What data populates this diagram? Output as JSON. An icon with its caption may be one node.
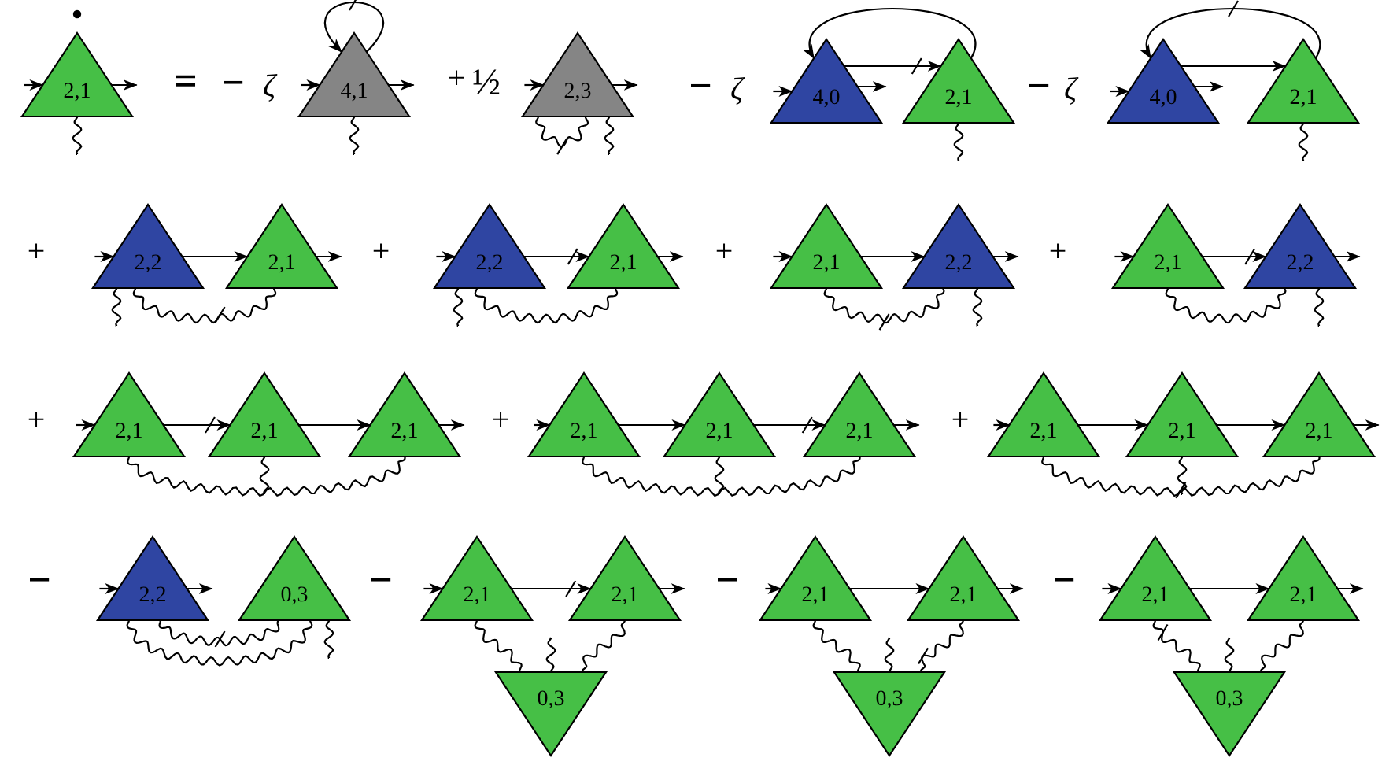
{
  "diagram": {
    "nodes": [
      {
        "text": [
          "2,1"
        ]
      },
      {
        "text": [
          "4,1"
        ]
      },
      {
        "text": [
          "2,3"
        ]
      },
      {
        "text": [
          "4,0"
        ]
      },
      {
        "text": [
          "2,1"
        ]
      },
      {
        "text": [
          "4,0"
        ]
      },
      {
        "text": [
          "2,1"
        ]
      },
      {
        "text": [
          "2,2"
        ]
      },
      {
        "text": [
          "2,1"
        ]
      },
      {
        "text": [
          "2,2"
        ]
      },
      {
        "text": [
          "2,1"
        ]
      },
      {
        "text": [
          "2,1"
        ]
      },
      {
        "text": [
          "2,2"
        ]
      },
      {
        "text": [
          "2,1"
        ]
      },
      {
        "text": [
          "2,2"
        ]
      },
      {
        "text": [
          "2,1"
        ]
      },
      {
        "text": [
          "2,1"
        ]
      },
      {
        "text": [
          "2,1"
        ]
      },
      {
        "text": [
          "2,1"
        ]
      },
      {
        "text": [
          "2,1"
        ]
      },
      {
        "text": [
          "2,1"
        ]
      },
      {
        "text": [
          "2,1"
        ]
      },
      {
        "text": [
          "2,1"
        ]
      },
      {
        "text": [
          "2,1"
        ]
      },
      {
        "text": [
          "2,2"
        ]
      },
      {
        "text": [
          "0,3"
        ]
      },
      {
        "text": [
          "2,1"
        ]
      },
      {
        "text": [
          "2,1"
        ]
      },
      {
        "text": [
          "0,3"
        ]
      },
      {
        "text": [
          "2,1"
        ]
      },
      {
        "text": [
          "2,1"
        ]
      },
      {
        "text": [
          "0,3"
        ]
      },
      {
        "text": [
          "2,1"
        ]
      },
      {
        "text": [
          "2,1"
        ]
      },
      {
        "text": [
          "0,3"
        ]
      }
    ],
    "edges": [
      {
        "from": null,
        "to": 0,
        "arrow": "to"
      },
      {
        "from": 0,
        "to": null,
        "arrow": "to"
      },
      {
        "from": 0,
        "to": null,
        "arrow": "none"
      },
      {
        "from": null,
        "to": 1,
        "arrow": "to"
      },
      {
        "from": 1,
        "to": null,
        "arrow": "to"
      },
      {
        "from": 1,
        "to": 1,
        "arrow": "to"
      },
      {
        "from": 1,
        "to": null,
        "arrow": "none"
      },
      {
        "from": null,
        "to": 2,
        "arrow": "to"
      },
      {
        "from": 2,
        "to": null,
        "arrow": "to"
      },
      {
        "from": 2,
        "to": 2,
        "arrow": "none"
      },
      {
        "from": 2,
        "to": null,
        "arrow": "none"
      },
      {
        "from": null,
        "to": 3,
        "arrow": "to"
      },
      {
        "from": 3,
        "to": null,
        "arrow": "to"
      },
      {
        "from": 3,
        "to": 4,
        "arrow": "to"
      },
      {
        "from": 4,
        "to": 3,
        "arrow": "to"
      },
      {
        "from": 4,
        "to": null,
        "arrow": "none"
      },
      {
        "from": null,
        "to": 5,
        "arrow": "to"
      },
      {
        "from": 5,
        "to": null,
        "arrow": "to"
      },
      {
        "from": 5,
        "to": 6,
        "arrow": "to"
      },
      {
        "from": 6,
        "to": 5,
        "arrow": "to"
      },
      {
        "from": 6,
        "to": null,
        "arrow": "none"
      },
      {
        "from": null,
        "to": 7,
        "arrow": "to"
      },
      {
        "from": 7,
        "to": 8,
        "arrow": "to"
      },
      {
        "from": 8,
        "to": null,
        "arrow": "to"
      },
      {
        "from": 7,
        "to": null,
        "arrow": "none"
      },
      {
        "from": 7,
        "to": 8,
        "arrow": "none"
      },
      {
        "from": null,
        "to": 9,
        "arrow": "to"
      },
      {
        "from": 9,
        "to": 10,
        "arrow": "to"
      },
      {
        "from": 10,
        "to": null,
        "arrow": "to"
      },
      {
        "from": 9,
        "to": null,
        "arrow": "none"
      },
      {
        "from": 9,
        "to": 10,
        "arrow": "none"
      },
      {
        "from": null,
        "to": 11,
        "arrow": "to"
      },
      {
        "from": 11,
        "to": 12,
        "arrow": "to"
      },
      {
        "from": 12,
        "to": null,
        "arrow": "to"
      },
      {
        "from": 11,
        "to": 12,
        "arrow": "none"
      },
      {
        "from": 12,
        "to": null,
        "arrow": "none"
      },
      {
        "from": null,
        "to": 13,
        "arrow": "to"
      },
      {
        "from": 13,
        "to": 14,
        "arrow": "to"
      },
      {
        "from": 14,
        "to": null,
        "arrow": "to"
      },
      {
        "from": 13,
        "to": 14,
        "arrow": "none"
      },
      {
        "from": 14,
        "to": null,
        "arrow": "none"
      },
      {
        "from": null,
        "to": 15,
        "arrow": "to"
      },
      {
        "from": 15,
        "to": 16,
        "arrow": "to"
      },
      {
        "from": 16,
        "to": 17,
        "arrow": "to"
      },
      {
        "from": 17,
        "to": null,
        "arrow": "to"
      },
      {
        "from": 15,
        "to": 17,
        "arrow": "none"
      },
      {
        "from": 16,
        "to": null,
        "arrow": "none"
      },
      {
        "from": null,
        "to": 18,
        "arrow": "to"
      },
      {
        "from": 18,
        "to": 19,
        "arrow": "to"
      },
      {
        "from": 19,
        "to": 20,
        "arrow": "to"
      },
      {
        "from": 20,
        "to": null,
        "arrow": "to"
      },
      {
        "from": 18,
        "to": 20,
        "arrow": "none"
      },
      {
        "from": 19,
        "to": null,
        "arrow": "none"
      },
      {
        "from": null,
        "to": 21,
        "arrow": "to"
      },
      {
        "from": 21,
        "to": 22,
        "arrow": "to"
      },
      {
        "from": 22,
        "to": 23,
        "arrow": "to"
      },
      {
        "from": 23,
        "to": null,
        "arrow": "to"
      },
      {
        "from": 21,
        "to": 23,
        "arrow": "none"
      },
      {
        "from": 22,
        "to": null,
        "arrow": "none"
      },
      {
        "from": null,
        "to": 24,
        "arrow": "to"
      },
      {
        "from": 24,
        "to": null,
        "arrow": "to"
      },
      {
        "from": 24,
        "to": 25,
        "arrow": "none"
      },
      {
        "from": 24,
        "to": 25,
        "arrow": "none"
      },
      {
        "from": 25,
        "to": null,
        "arrow": "none"
      },
      {
        "from": null,
        "to": 26,
        "arrow": "to"
      },
      {
        "from": 26,
        "to": 27,
        "arrow": "to"
      },
      {
        "from": 27,
        "to": null,
        "arrow": "to"
      },
      {
        "from": 26,
        "to": 28,
        "arrow": "none"
      },
      {
        "from": 27,
        "to": 28,
        "arrow": "none"
      },
      {
        "from": 28,
        "to": null,
        "arrow": "none"
      },
      {
        "from": null,
        "to": 29,
        "arrow": "to"
      },
      {
        "from": 29,
        "to": 30,
        "arrow": "to"
      },
      {
        "from": 30,
        "to": null,
        "arrow": "to"
      },
      {
        "from": 29,
        "to": 31,
        "arrow": "none"
      },
      {
        "from": 30,
        "to": 31,
        "arrow": "none"
      },
      {
        "from": 31,
        "to": null,
        "arrow": "none"
      },
      {
        "from": null,
        "to": 32,
        "arrow": "to"
      },
      {
        "from": 32,
        "to": 33,
        "arrow": "to"
      },
      {
        "from": 33,
        "to": null,
        "arrow": "to"
      },
      {
        "from": 32,
        "to": 34,
        "arrow": "none"
      },
      {
        "from": 33,
        "to": 34,
        "arrow": "none"
      },
      {
        "from": 34,
        "to": null,
        "arrow": "none"
      }
    ],
    "labels": [
      "=",
      "−",
      "ζ",
      "+",
      "½",
      "−",
      "ζ",
      "−",
      "ζ",
      "+",
      "+",
      "+",
      "+",
      "+",
      "+",
      "+",
      "−",
      "−",
      "−",
      "−"
    ]
  }
}
